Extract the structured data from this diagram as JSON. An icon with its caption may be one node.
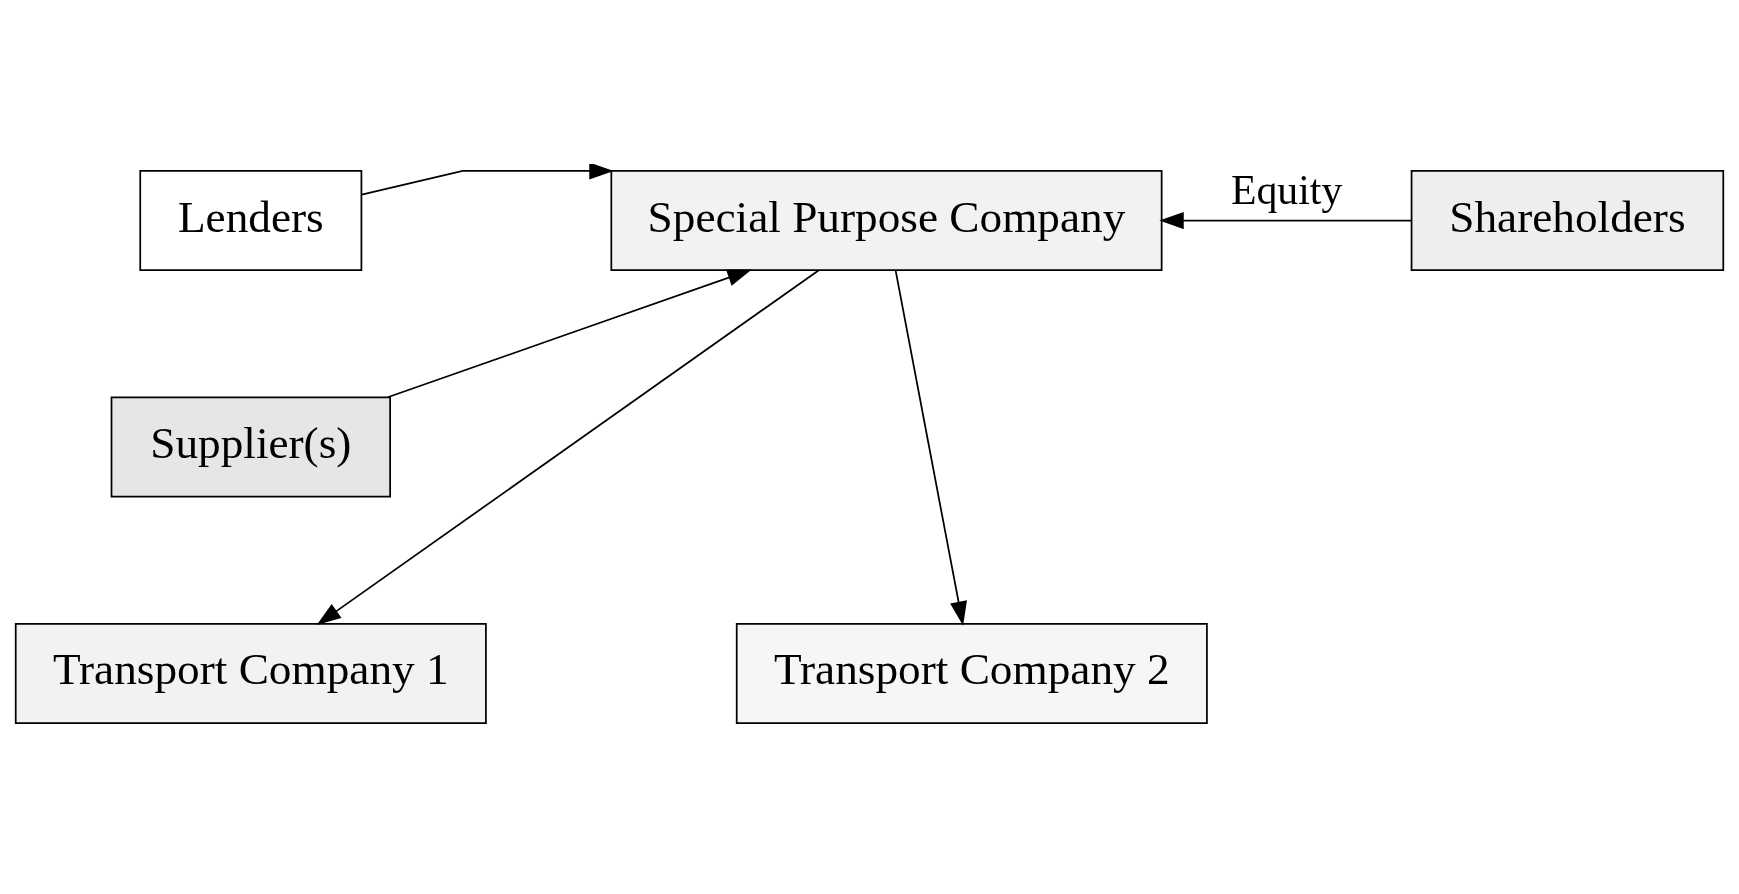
{
  "diagram": {
    "nodes": [
      {
        "text": [
          "Lenders"
        ]
      },
      {
        "text": [
          "Special Purpose Company"
        ]
      },
      {
        "text": [
          "Shareholders"
        ]
      },
      {
        "text": [
          "Supplier(s)"
        ]
      },
      {
        "text": [
          "Transport Company 1"
        ]
      },
      {
        "text": [
          "Transport Company 2"
        ]
      }
    ],
    "edges": [
      {
        "from": 0,
        "to": 1,
        "arrow": "to"
      },
      {
        "from": 2,
        "to": 1,
        "arrow": "to",
        "label": "Equity"
      },
      {
        "from": 3,
        "to": 1,
        "arrow": "to"
      },
      {
        "from": 1,
        "to": 4,
        "arrow": "to"
      },
      {
        "from": 1,
        "to": 5,
        "arrow": "to"
      }
    ]
  }
}
